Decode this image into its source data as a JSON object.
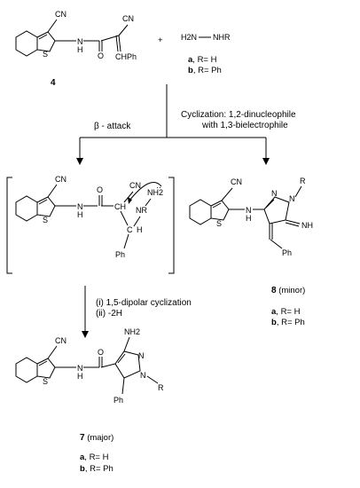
{
  "scheme": {
    "reactant_compound_number": "4",
    "reagent_formula": "H2N—NHR",
    "reagent_variants": [
      {
        "letter": "a",
        "text": ", R= H"
      },
      {
        "letter": "b",
        "text": ", R= Ph"
      }
    ],
    "plus_sign": "+",
    "pathway_left_label": "β - attack",
    "pathway_right_label_line1": "Cyclization: 1,2-dinucleophile",
    "pathway_right_label_line2": "with 1,3-bielectrophile",
    "intermediate_step_line1": "(i) 1,5-dipolar cyclization",
    "intermediate_step_line2": "(ii) -2H",
    "product_minor_number": "8",
    "product_minor_tag": " (minor)",
    "product_minor_variants": [
      {
        "letter": "a",
        "text": ", R= H"
      },
      {
        "letter": "b",
        "text": ", R= Ph"
      }
    ],
    "product_major_number": "7",
    "product_major_tag": " (major)",
    "product_major_variants": [
      {
        "letter": "a",
        "text": ", R= H"
      },
      {
        "letter": "b",
        "text": ", R= Ph"
      }
    ]
  },
  "atom_labels": {
    "cn": "CN",
    "s": "S",
    "nh": "N",
    "h": "H",
    "o": "O",
    "chph": "CHPh",
    "ch": "CH",
    "c": "C",
    "nr": "NR",
    "nh2": "NH2",
    "ph": "Ph",
    "n": "N",
    "r": "R",
    "nh_imine": "NH",
    "h2n": "H2N",
    "nhr": "NHR"
  }
}
